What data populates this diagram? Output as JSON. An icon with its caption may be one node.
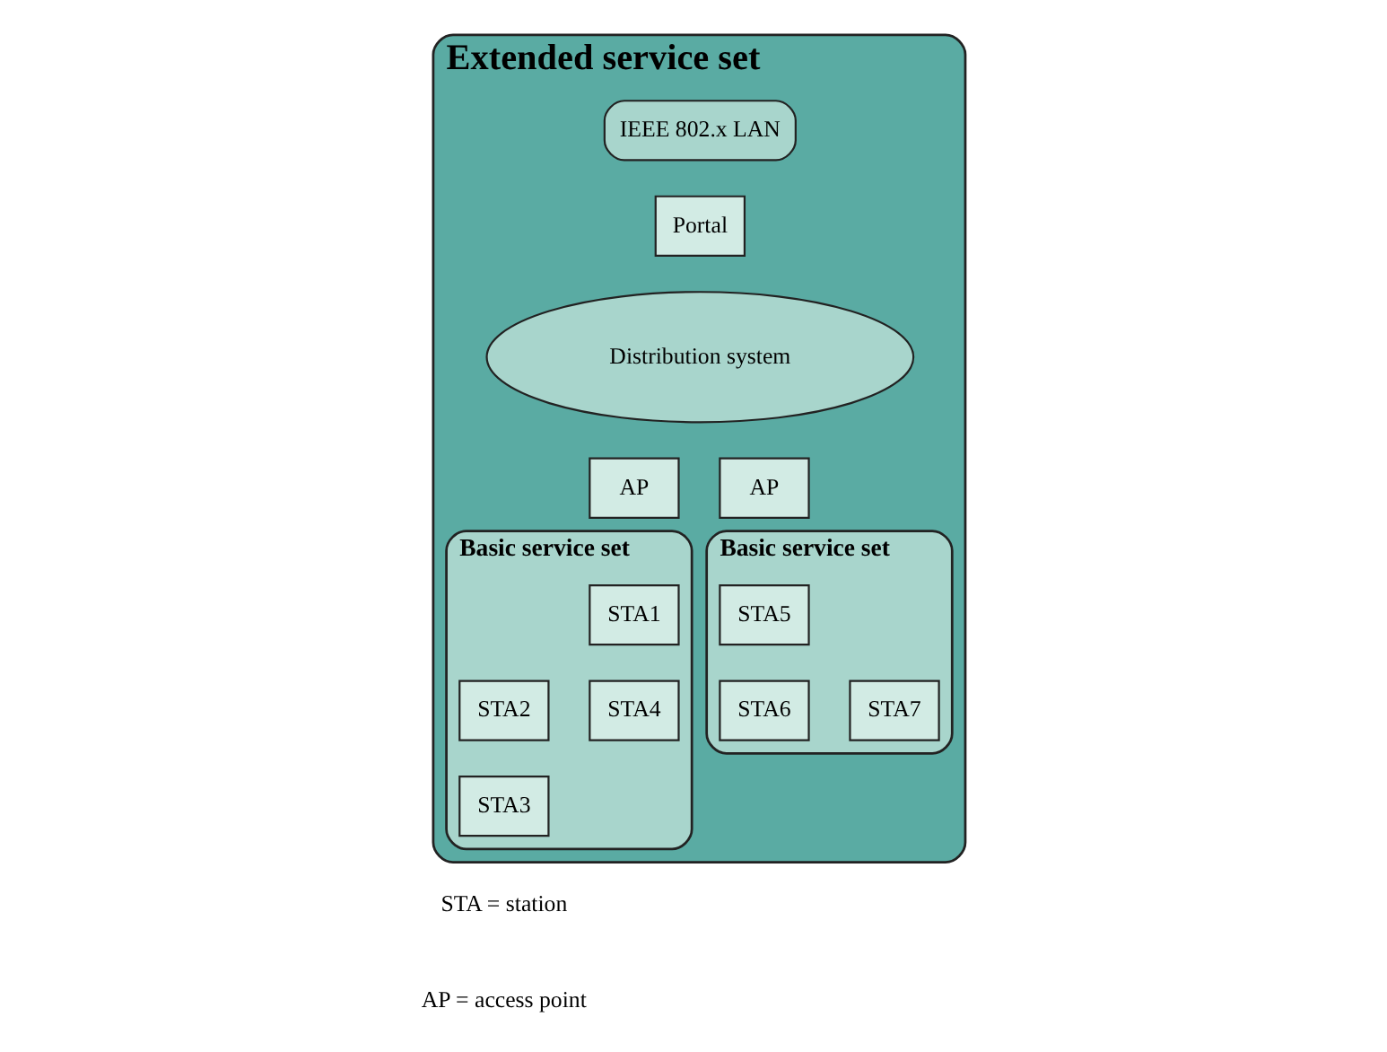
{
  "diagram": {
    "nodes": [
      {
        "text": [
          "Extended service set"
        ]
      },
      {
        "text": [
          "IEEE 802.x LAN"
        ],
        "in": 0
      },
      {
        "text": [
          "Portal"
        ],
        "in": 0
      },
      {
        "text": [
          "Distribution system"
        ],
        "in": 0
      },
      {
        "text": [
          "AP"
        ],
        "in": 0
      },
      {
        "text": [
          "AP"
        ],
        "in": 0
      },
      {
        "text": [
          "Basic service set"
        ],
        "in": 0
      },
      {
        "text": [
          "STA1"
        ],
        "in": 6
      },
      {
        "text": [
          "STA2"
        ],
        "in": 6
      },
      {
        "text": [
          "STA3"
        ],
        "in": 6
      },
      {
        "text": [
          "STA4"
        ],
        "in": 6
      },
      {
        "text": [
          "Basic service set"
        ],
        "in": 0
      },
      {
        "text": [
          "STA5"
        ],
        "in": 11
      },
      {
        "text": [
          "STA6"
        ],
        "in": 11
      },
      {
        "text": [
          "STA7"
        ],
        "in": 11
      }
    ],
    "edges": [],
    "labels": [
      "STA = station",
      "AP = access point"
    ]
  }
}
